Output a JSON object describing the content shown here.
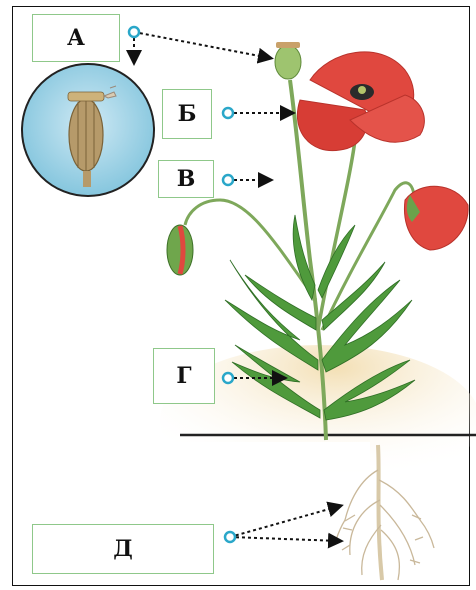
{
  "labels": {
    "a": "А",
    "b": "Б",
    "v": "В",
    "g": "Г",
    "d": "Д"
  },
  "colors": {
    "box_border": "#8fc88a",
    "connector": "#2aa7c9",
    "petal": "#e0483f",
    "leaf": "#4f9a3c",
    "stem": "#7ea85b",
    "soil": "#f4e4bf",
    "root": "#c9b89a"
  }
}
